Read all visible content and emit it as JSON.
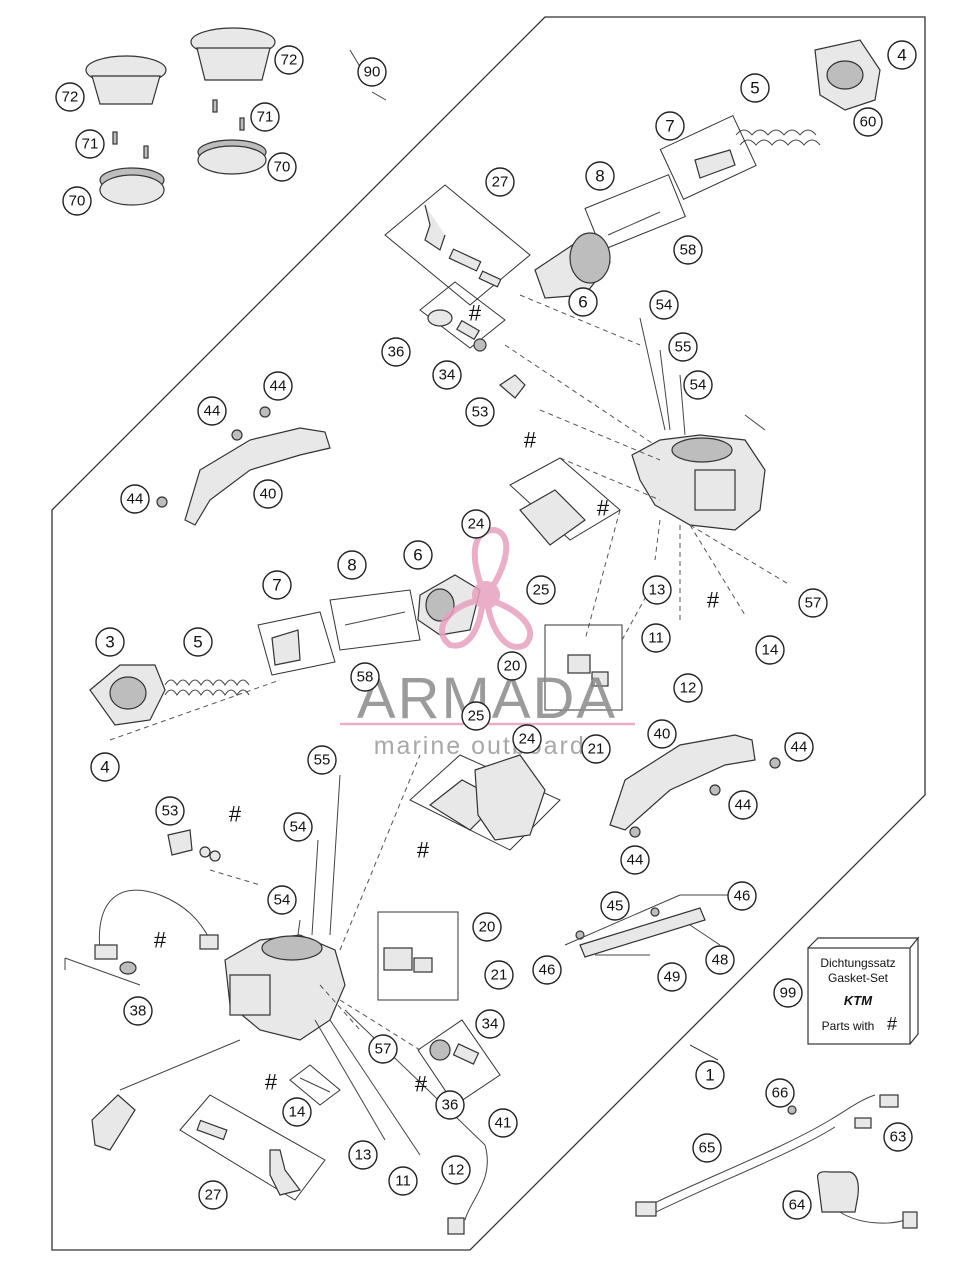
{
  "callouts": [
    {
      "id": "c1",
      "label": "1"
    },
    {
      "id": "c3",
      "label": "3"
    },
    {
      "id": "c4a",
      "label": "4"
    },
    {
      "id": "c4b",
      "label": "4"
    },
    {
      "id": "c5a",
      "label": "5"
    },
    {
      "id": "c5b",
      "label": "5"
    },
    {
      "id": "c6a",
      "label": "6"
    },
    {
      "id": "c6b",
      "label": "6"
    },
    {
      "id": "c7a",
      "label": "7"
    },
    {
      "id": "c7b",
      "label": "7"
    },
    {
      "id": "c8a",
      "label": "8"
    },
    {
      "id": "c8b",
      "label": "8"
    },
    {
      "id": "c11a",
      "label": "11"
    },
    {
      "id": "c11b",
      "label": "11"
    },
    {
      "id": "c12a",
      "label": "12"
    },
    {
      "id": "c12b",
      "label": "12"
    },
    {
      "id": "c13a",
      "label": "13"
    },
    {
      "id": "c13b",
      "label": "13"
    },
    {
      "id": "c14a",
      "label": "14"
    },
    {
      "id": "c14b",
      "label": "14"
    },
    {
      "id": "c20a",
      "label": "20"
    },
    {
      "id": "c20b",
      "label": "20"
    },
    {
      "id": "c21a",
      "label": "21"
    },
    {
      "id": "c21b",
      "label": "21"
    },
    {
      "id": "c24a",
      "label": "24"
    },
    {
      "id": "c24b",
      "label": "24"
    },
    {
      "id": "c25a",
      "label": "25"
    },
    {
      "id": "c25b",
      "label": "25"
    },
    {
      "id": "c27a",
      "label": "27"
    },
    {
      "id": "c27b",
      "label": "27"
    },
    {
      "id": "c34a",
      "label": "34"
    },
    {
      "id": "c34b",
      "label": "34"
    },
    {
      "id": "c36a",
      "label": "36"
    },
    {
      "id": "c36b",
      "label": "36"
    },
    {
      "id": "c38",
      "label": "38"
    },
    {
      "id": "c40a",
      "label": "40"
    },
    {
      "id": "c40b",
      "label": "40"
    },
    {
      "id": "c41",
      "label": "41"
    },
    {
      "id": "c44a",
      "label": "44"
    },
    {
      "id": "c44b",
      "label": "44"
    },
    {
      "id": "c44c",
      "label": "44"
    },
    {
      "id": "c44d",
      "label": "44"
    },
    {
      "id": "c44e",
      "label": "44"
    },
    {
      "id": "c44f",
      "label": "44"
    },
    {
      "id": "c45",
      "label": "45"
    },
    {
      "id": "c46a",
      "label": "46"
    },
    {
      "id": "c46b",
      "label": "46"
    },
    {
      "id": "c48",
      "label": "48"
    },
    {
      "id": "c49",
      "label": "49"
    },
    {
      "id": "c53a",
      "label": "53"
    },
    {
      "id": "c53b",
      "label": "53"
    },
    {
      "id": "c54a",
      "label": "54"
    },
    {
      "id": "c54b",
      "label": "54"
    },
    {
      "id": "c54c",
      "label": "54"
    },
    {
      "id": "c54d",
      "label": "54"
    },
    {
      "id": "c55a",
      "label": "55"
    },
    {
      "id": "c55b",
      "label": "55"
    },
    {
      "id": "c57a",
      "label": "57"
    },
    {
      "id": "c57b",
      "label": "57"
    },
    {
      "id": "c58a",
      "label": "58"
    },
    {
      "id": "c58b",
      "label": "58"
    },
    {
      "id": "c60",
      "label": "60"
    },
    {
      "id": "c63",
      "label": "63"
    },
    {
      "id": "c64",
      "label": "64"
    },
    {
      "id": "c65",
      "label": "65"
    },
    {
      "id": "c66",
      "label": "66"
    },
    {
      "id": "c70a",
      "label": "70"
    },
    {
      "id": "c70b",
      "label": "70"
    },
    {
      "id": "c71a",
      "label": "71"
    },
    {
      "id": "c71b",
      "label": "71"
    },
    {
      "id": "c72a",
      "label": "72"
    },
    {
      "id": "c72b",
      "label": "72"
    },
    {
      "id": "c90",
      "label": "90"
    },
    {
      "id": "c99",
      "label": "99"
    }
  ],
  "hash_marks": [
    {
      "id": "h1",
      "label": "#"
    },
    {
      "id": "h2",
      "label": "#"
    },
    {
      "id": "h3",
      "label": "#"
    },
    {
      "id": "h4",
      "label": "#"
    },
    {
      "id": "h5",
      "label": "#"
    },
    {
      "id": "h6",
      "label": "#"
    },
    {
      "id": "h7",
      "label": "#"
    },
    {
      "id": "h8",
      "label": "#"
    },
    {
      "id": "h9",
      "label": "#"
    }
  ],
  "gasket_set": {
    "line1": "Dichtungssatz",
    "line2": "Gasket-Set",
    "brand": "KTM",
    "line3": "Parts with",
    "symbol": "#"
  },
  "watermark": {
    "title": "ARMADA",
    "subtitle": "marine outboards",
    "accent_color": "#e8a0c0"
  }
}
